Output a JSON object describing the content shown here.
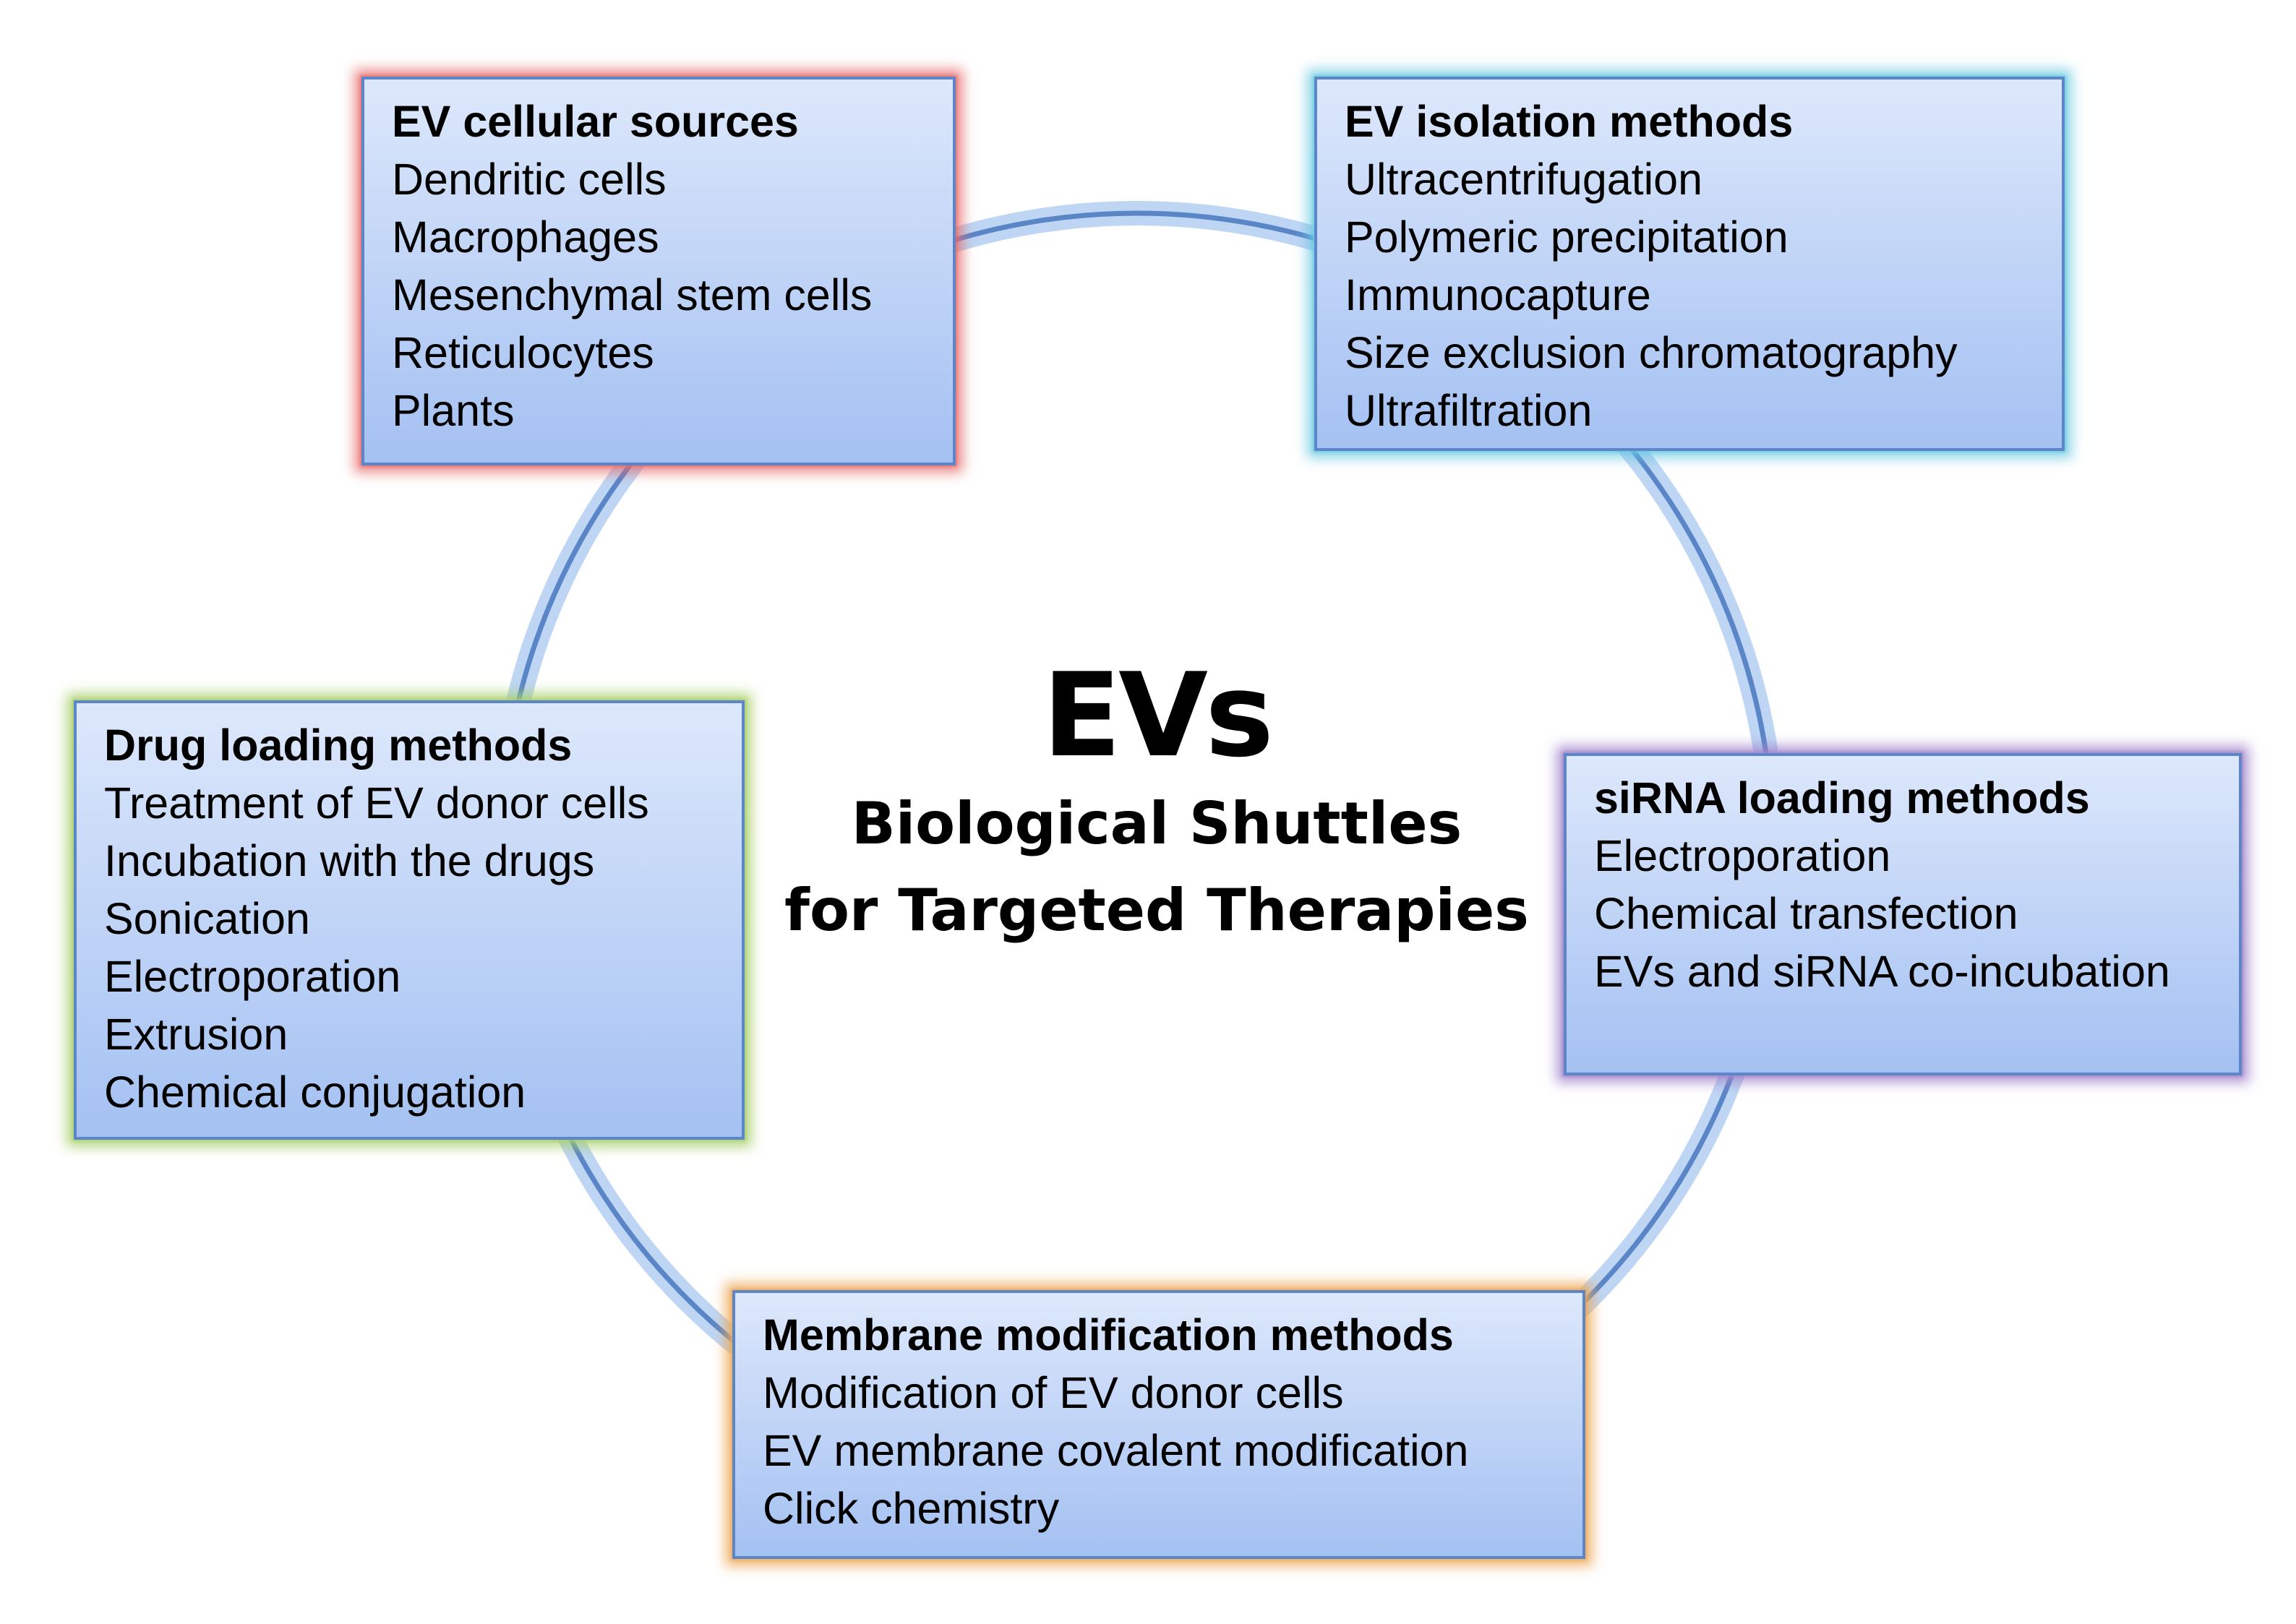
{
  "center": {
    "title": "EVs",
    "subtitle_line1": "Biological Shuttles",
    "subtitle_line2": "for Targeted Therapies"
  },
  "boxes": {
    "sources": {
      "title": "EV cellular sources",
      "items": [
        "Dendritic cells",
        "Macrophages",
        "Mesenchymal stem cells",
        "Reticulocytes",
        "Plants"
      ],
      "glow_color": "#e76a6a"
    },
    "isolation": {
      "title": "EV isolation methods",
      "items": [
        "Ultracentrifugation",
        "Polymeric precipitation",
        "Immunocapture",
        "Size exclusion chromatography",
        "Ultrafiltration"
      ],
      "glow_color": "#68c8e2"
    },
    "drug": {
      "title": "Drug loading methods",
      "items": [
        "Treatment of EV donor cells",
        "Incubation with the drugs",
        "Sonication",
        "Electroporation",
        "Extrusion",
        "Chemical conjugation"
      ],
      "glow_color": "#a8d06a"
    },
    "sirna": {
      "title": "siRNA loading methods",
      "items": [
        "Electroporation",
        "Chemical transfection",
        "EVs and siRNA co-incubation"
      ],
      "glow_color": "#a084cc"
    },
    "membrane": {
      "title": "Membrane modification methods",
      "items": [
        "Modification of EV donor cells",
        "EV membrane covalent modification",
        "Click chemistry"
      ],
      "glow_color": "#eea856"
    }
  },
  "colors": {
    "box_fill_top": "#dde8fb",
    "box_fill_bottom": "#a4c1f2",
    "box_border": "#5d86c8",
    "ring_stroke": "#5a86c8",
    "ring_glow": "#a8c8f0"
  }
}
